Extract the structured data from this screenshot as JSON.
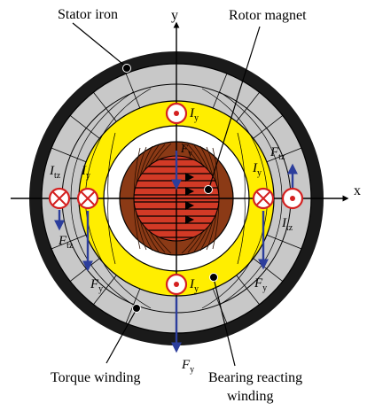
{
  "labels": {
    "stator_iron": "Stator iron",
    "rotor_magnet": "Rotor magnet",
    "torque_winding": "Torque winding",
    "bearing_winding_line1": "Bearing reacting",
    "bearing_winding_line2": "winding",
    "axis_x": "x",
    "axis_y": "y"
  },
  "symbols": {
    "I": "I",
    "F": "F",
    "sub_y": "y",
    "sub_tz": "tz"
  },
  "colors": {
    "stator_dark": "#1a1a1a",
    "stator_gray": "#c8c8c8",
    "winding_yellow": "#ffee00",
    "rotor_brown": "#8b3a16",
    "magnet_red": "#d23a26",
    "arrow_blue": "#2c3e9c",
    "coil_red": "#d42020"
  }
}
